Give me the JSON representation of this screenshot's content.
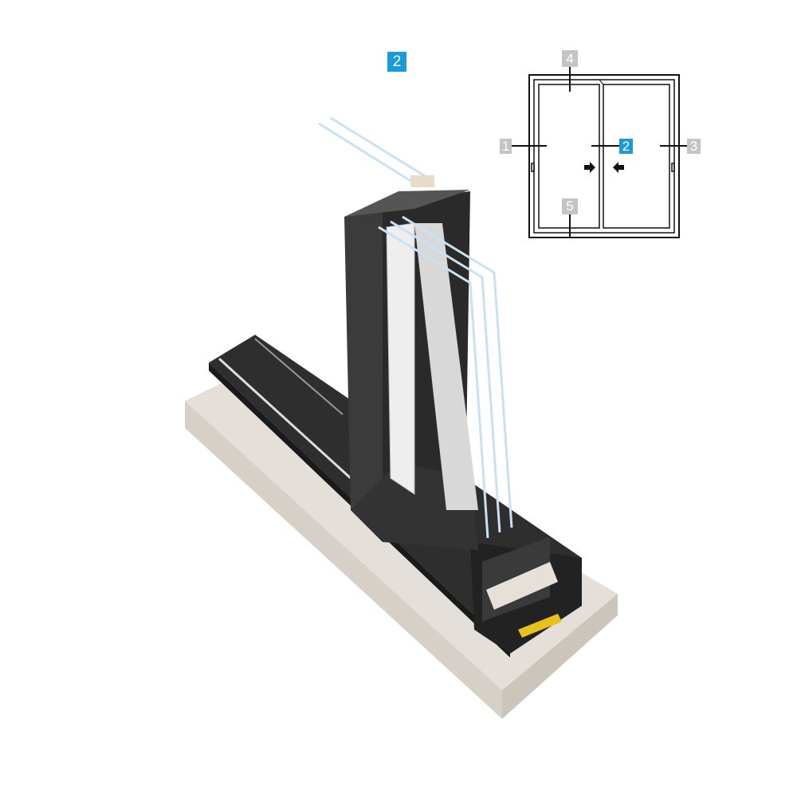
{
  "main_label": "2",
  "schematic": {
    "labels": [
      "1",
      "2",
      "3",
      "4",
      "5"
    ],
    "selected": "2"
  },
  "colors": {
    "accent": "#1a9ad6",
    "inactive_label": "#c4c4c4",
    "frame": "#2b2b2b",
    "concrete": "#e2ddd6"
  }
}
